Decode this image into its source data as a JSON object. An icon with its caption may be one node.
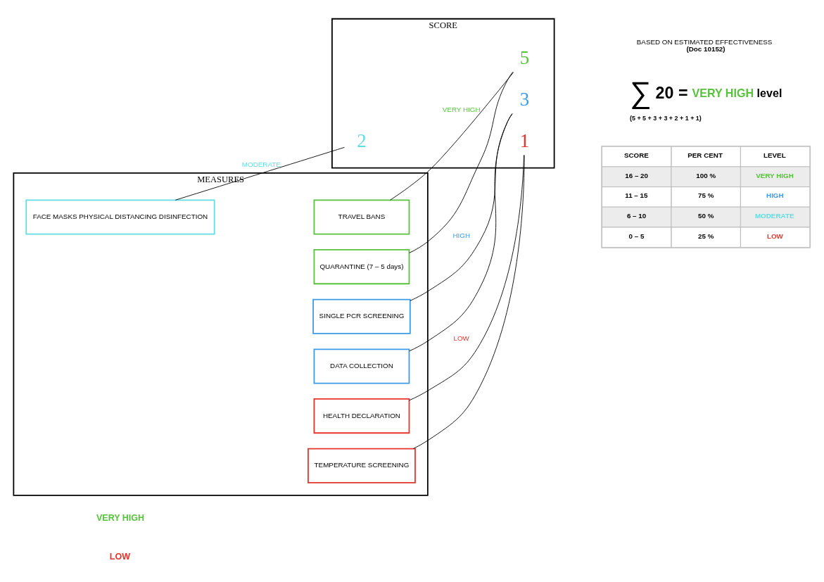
{
  "diagram": {
    "nodes": [
      {
        "text": [
          "MEASURES"
        ]
      },
      {
        "text": [
          "TRAVEL BANS"
        ],
        "in": 0
      },
      {
        "text": [
          "QUARANTINE (7 – 5 days)"
        ],
        "in": 0
      },
      {
        "text": [
          "SINGLE PCR SCREENING"
        ],
        "in": 0
      },
      {
        "text": [
          "DATA COLLECTION"
        ],
        "in": 0
      },
      {
        "text": [
          "FACE MASKS PHYSICAL DISTANCING DISINFECTION"
        ],
        "in": 0
      },
      {
        "text": [
          "HEALTH DECLARATION"
        ],
        "in": 0
      },
      {
        "text": [
          "TEMPERATURE SCREENING"
        ],
        "in": 0
      },
      {
        "text": [
          "SCORE"
        ]
      },
      {
        "text": [
          "5"
        ],
        "in": 8
      },
      {
        "text": [
          "3"
        ],
        "in": 8
      },
      {
        "text": [
          "2"
        ],
        "in": 8
      },
      {
        "text": [
          "1"
        ],
        "in": 8
      }
    ],
    "edges": [
      {
        "from": 1,
        "to": 9,
        "arrow": "none",
        "label": "VERY HIGH"
      },
      {
        "from": 2,
        "to": 9,
        "arrow": "none"
      },
      {
        "from": 3,
        "to": 10,
        "arrow": "none",
        "label": "HIGH"
      },
      {
        "from": 4,
        "to": 10,
        "arrow": "none"
      },
      {
        "from": 5,
        "to": 11,
        "arrow": "none",
        "label": "MODERATE"
      },
      {
        "from": 6,
        "to": 12,
        "arrow": "none",
        "label": "LOW"
      },
      {
        "from": 7,
        "to": 12,
        "arrow": "none"
      }
    ],
    "labels": [
      "VERY HIGH",
      "BASED ON ESTIMATED EFFECTIVENESS",
      "(Doc 10152)",
      "∑",
      "20 =",
      "VERY HIGH",
      "level",
      "(5 + 5 + 3 + 3 + 2 + 1 + 1)",
      "SCORE",
      "PER CENT",
      "LEVEL",
      "16 – 20",
      "100 %",
      "VERY HIGH",
      "11 – 15",
      "75 %",
      "HIGH",
      "6 – 10",
      "50 %",
      "MODERATE",
      "0 – 5",
      "25 %",
      "LOW",
      "LOW"
    ]
  }
}
